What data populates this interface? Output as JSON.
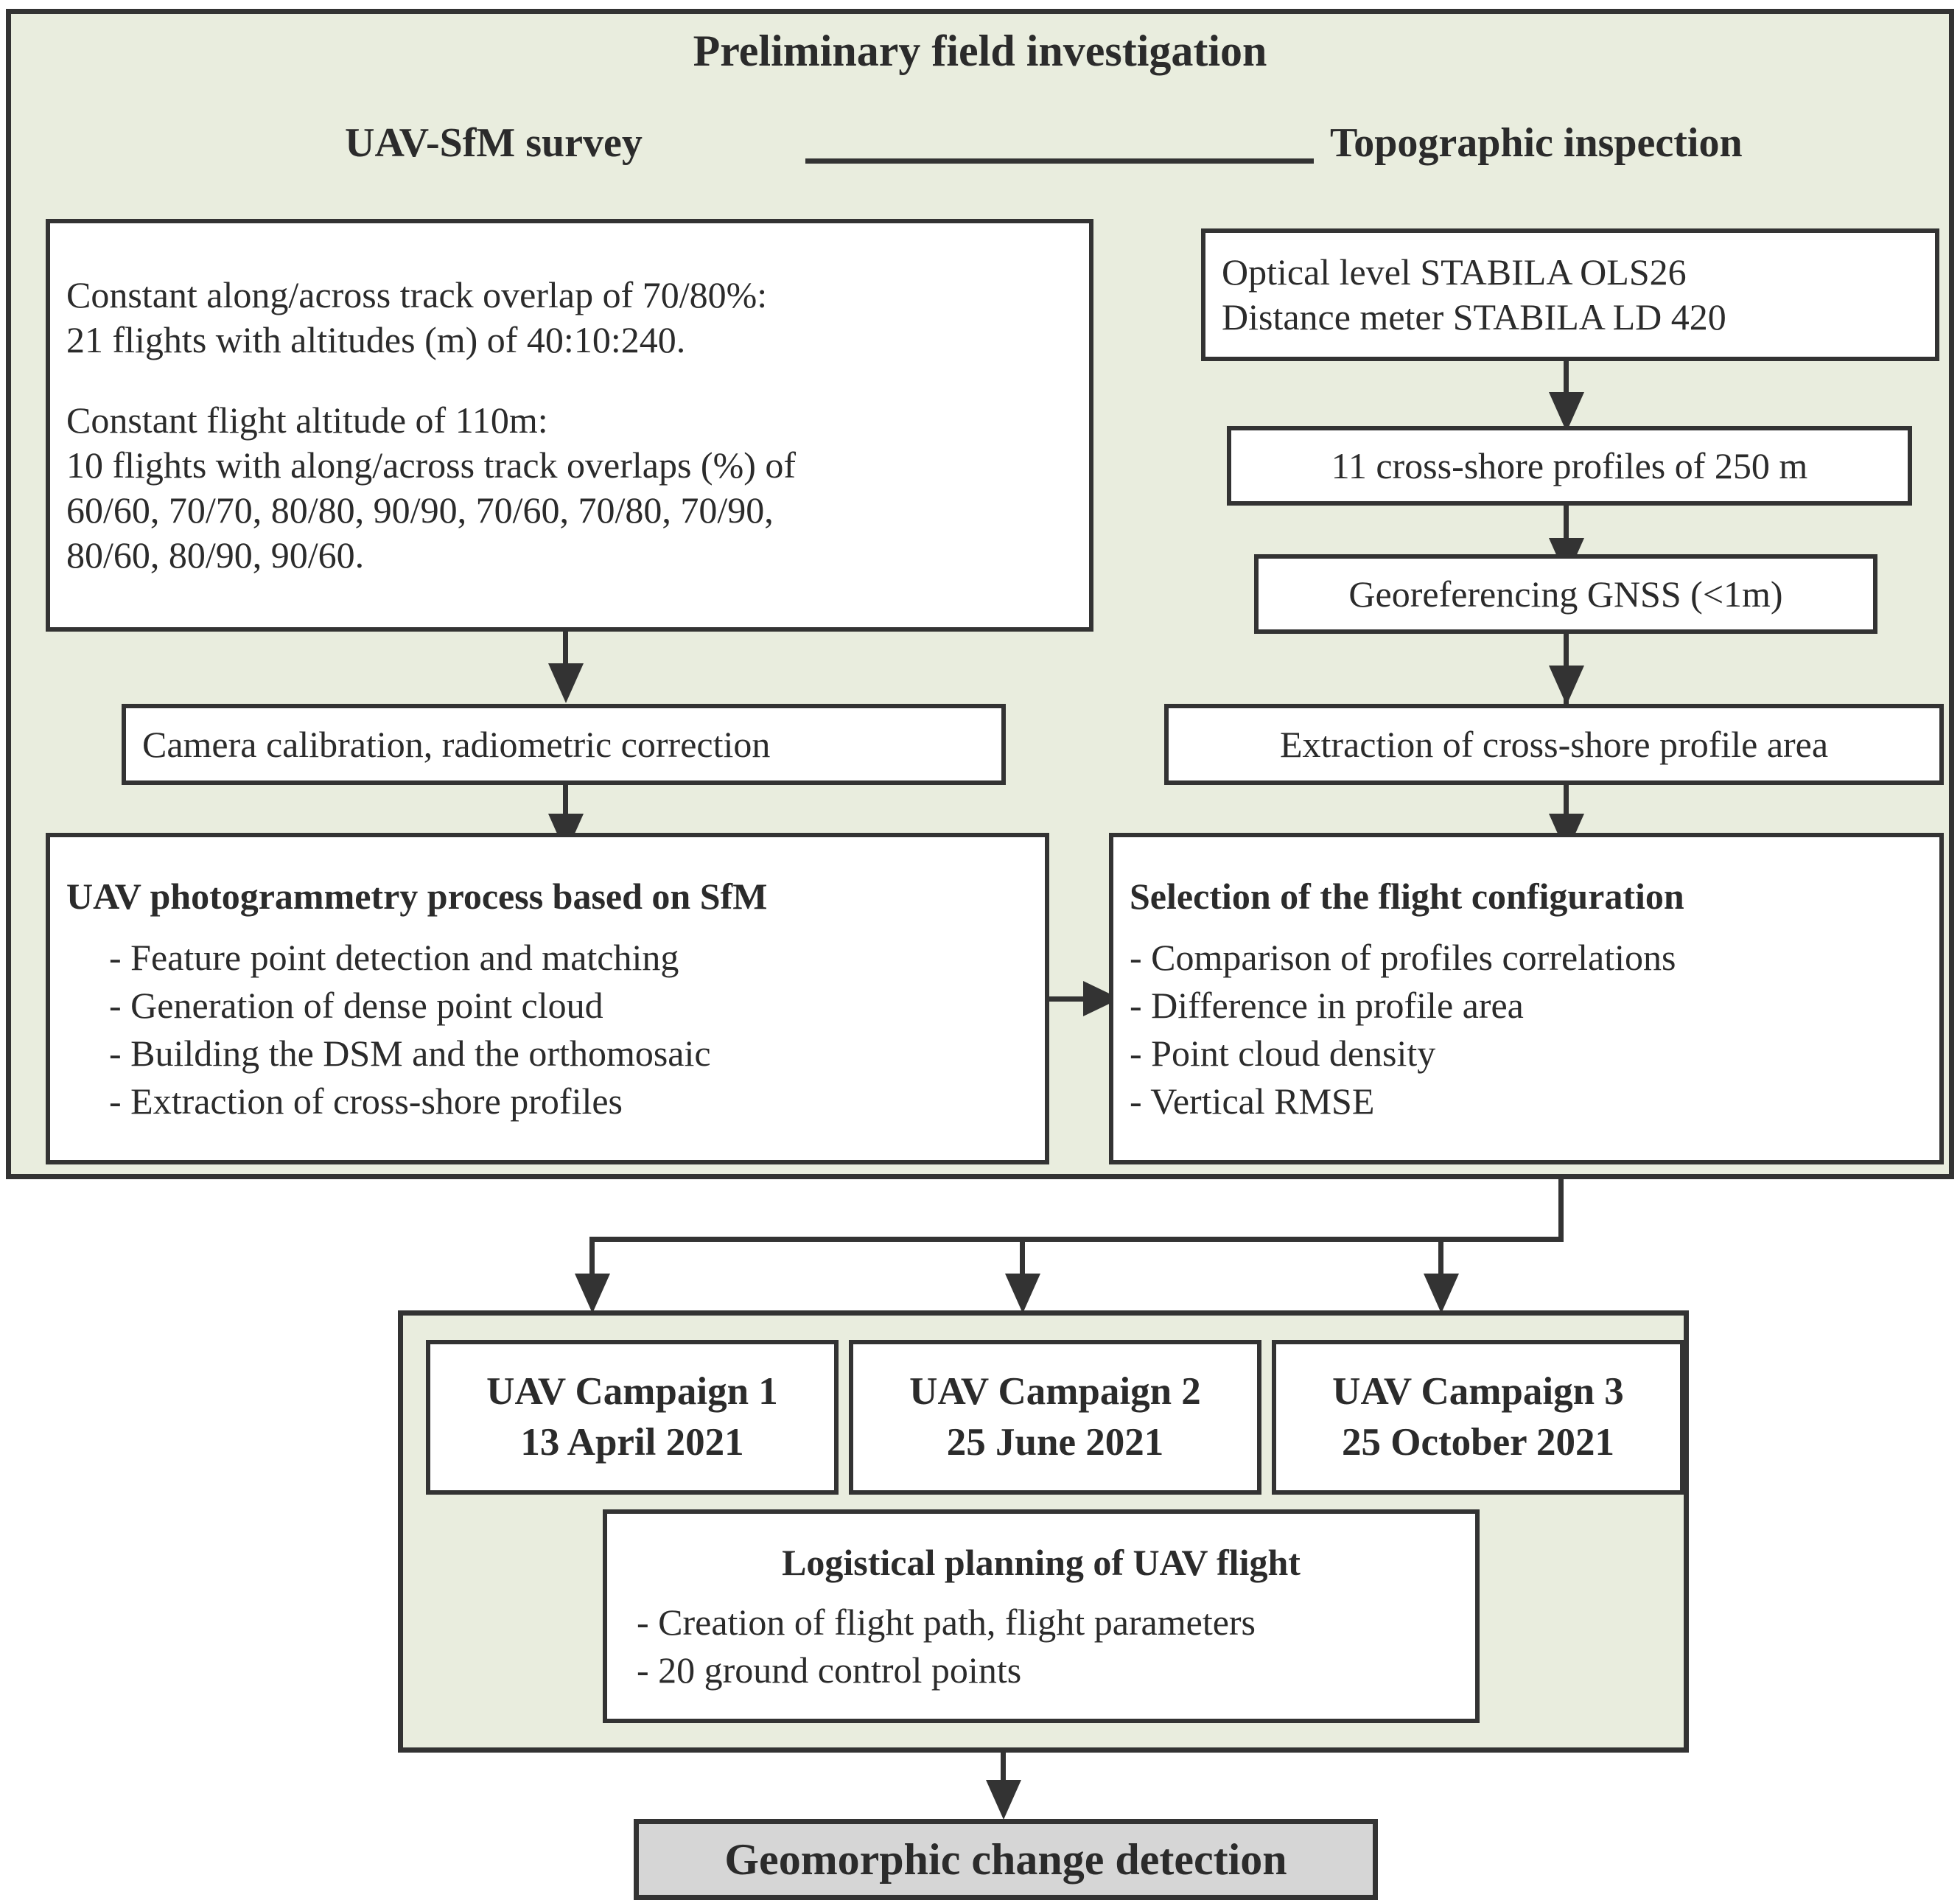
{
  "diagram": {
    "title": "Preliminary field investigation",
    "columns": {
      "left_heading": "UAV-SfM survey",
      "right_heading": "Topographic inspection"
    },
    "left_branch": {
      "flight_plan_box": {
        "line1": "Constant along/across track overlap of 70/80%:",
        "line2": "21 flights with altitudes (m) of 40:10:240.",
        "line3": "Constant flight altitude of 110m:",
        "line4": "10 flights with along/across track overlaps (%) of",
        "line5": "60/60, 70/70, 80/80, 90/90, 70/60, 70/80, 70/90,",
        "line6": "80/60, 80/90, 90/60."
      },
      "calibration_box": "Camera calibration, radiometric correction",
      "sfm_box": {
        "heading": "UAV photogrammetry process based on SfM",
        "items": [
          "- Feature point detection and matching",
          "- Generation of dense point cloud",
          "- Building the DSM and the orthomosaic",
          "- Extraction of cross-shore profiles"
        ]
      }
    },
    "right_branch": {
      "instruments_box": {
        "line1": "Optical level STABILA OLS26",
        "line2": "Distance meter STABILA LD 420"
      },
      "profiles_box": "11 cross-shore profiles of 250 m",
      "georeferencing_box": "Georeferencing GNSS (<1m)",
      "extraction_box": "Extraction of cross-shore profile area",
      "selection_box": {
        "heading": "Selection of the flight configuration",
        "items": [
          "- Comparison of profiles correlations",
          "- Difference in profile area",
          "- Point cloud density",
          "- Vertical RMSE"
        ]
      }
    },
    "campaigns": [
      {
        "name": "UAV Campaign 1",
        "date": "13 April 2021"
      },
      {
        "name": "UAV Campaign 2",
        "date": "25 June 2021"
      },
      {
        "name": "UAV Campaign 3",
        "date": "25 October 2021"
      }
    ],
    "logistics_box": {
      "heading": "Logistical planning of UAV flight",
      "items": [
        "- Creation of flight path, flight parameters",
        "- 20 ground control points"
      ]
    },
    "outcome_box": "Geomorphic change detection",
    "colors": {
      "panel_fill": "#e9edde",
      "box_fill": "#ffffff",
      "outcome_fill": "#d6d6d6",
      "stroke": "#333333"
    }
  }
}
